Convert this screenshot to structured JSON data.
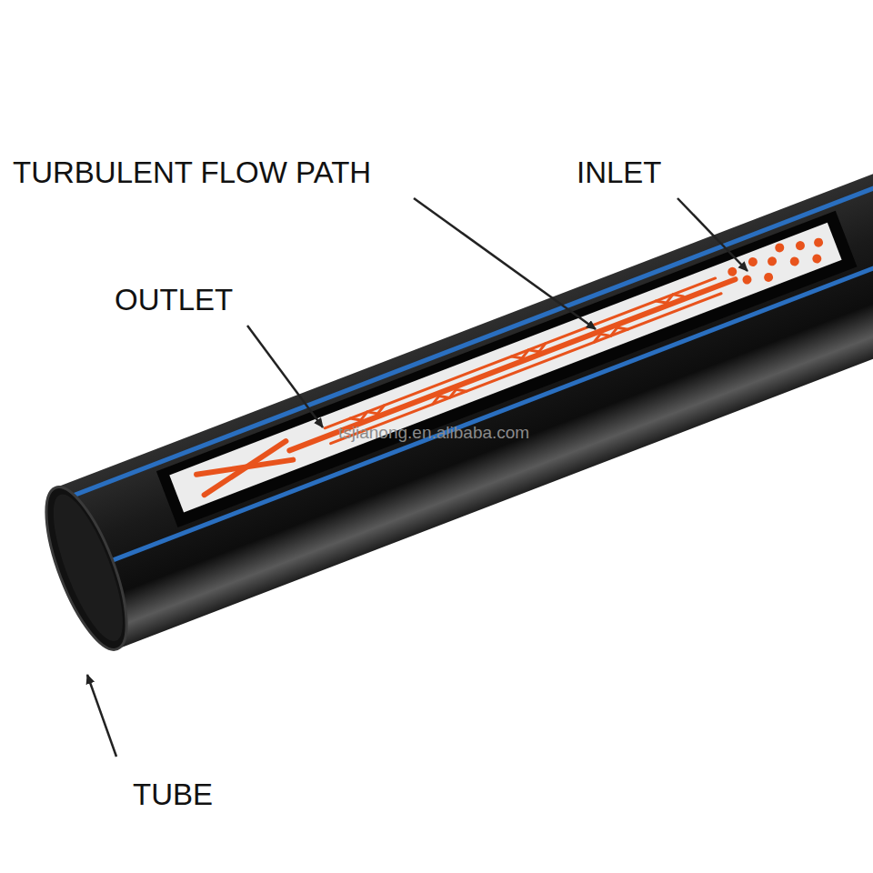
{
  "diagram": {
    "labels": [
      "TURBULENT FLOW PATH",
      "INLET",
      "OUTLET",
      "TUBE",
      "tsjianong.en.alibaba.com"
    ]
  }
}
